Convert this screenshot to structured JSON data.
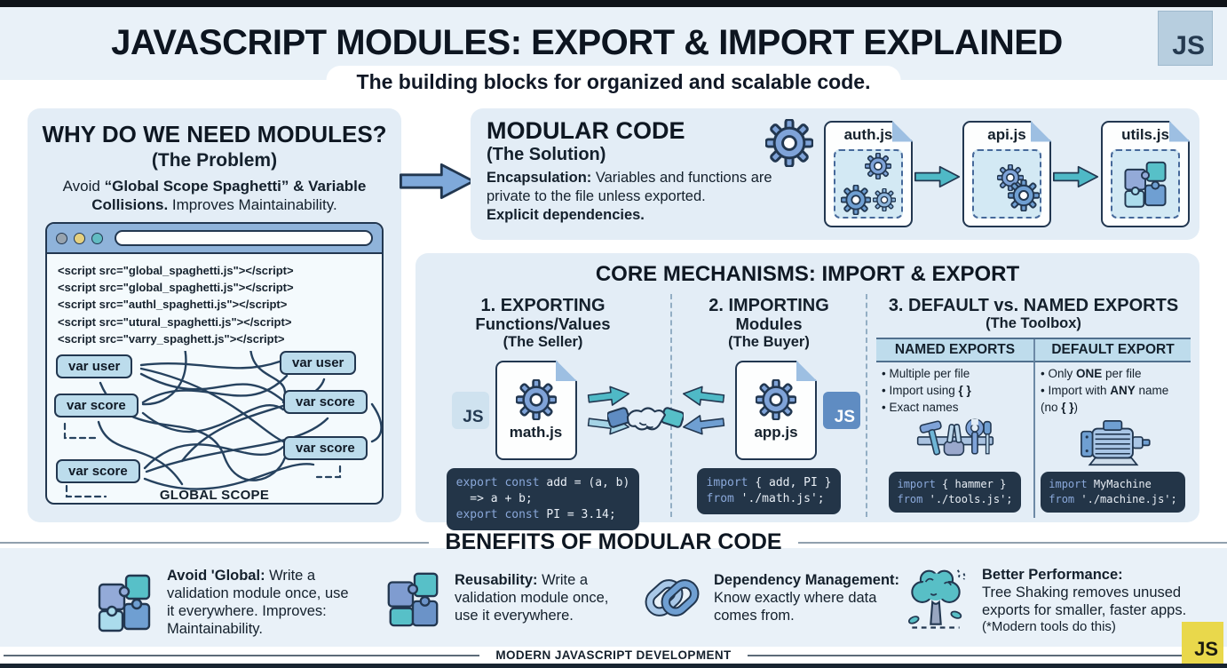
{
  "top": {
    "title": "JAVASCRIPT MODULES: EXPORT & IMPORT EXPLAINED",
    "subtitle": "The building blocks for organized and scalable code.",
    "js_badge": "JS"
  },
  "problem": {
    "title": "WHY DO WE NEED MODULES?",
    "tag": "(The Problem)",
    "desc_pre": "Avoid ",
    "desc_bold": "“Global Scope Spaghetti” & Variable Collisions.",
    "desc_post": " Improves Maintainability.",
    "script_lines": [
      "<script src=\"global_spaghetti.js\"></script>",
      "<script src=\"global_spaghetti.js\"></script>",
      "<script src=\"authl_spaghetti.js\"></script>",
      "<script src=\"utural_spaghetti.js\"></script>",
      "<script src=\"varry_spaghett.js\"></script>"
    ],
    "vars": [
      "var user",
      "var score",
      "var score",
      "var user",
      "var score",
      "var score"
    ],
    "scope_label": "GLOBAL SCOPE"
  },
  "solution": {
    "title": "MODULAR CODE",
    "tag": "(The Solution)",
    "p1_bold": "Encapsulation:",
    "p1": " Variables and functions are private to the file unless exported. ",
    "p2_bold": "Explicit dependencies.",
    "files": [
      "auth.js",
      "api.js",
      "utils.js"
    ]
  },
  "core": {
    "title": "CORE MECHANISMS: IMPORT & EXPORT",
    "col1": {
      "title": "1. EXPORTING",
      "sub": "Functions/Values",
      "tag": "(The Seller)",
      "badge": "JS",
      "file": "math.js",
      "code": [
        {
          "kw": "export const",
          "rest": " add = (a, b)"
        },
        {
          "kw": "",
          "rest": "  => a + b;"
        },
        {
          "kw": "export const",
          "rest": " PI = 3.14;"
        }
      ]
    },
    "col2": {
      "title": "2. IMPORTING",
      "sub": "Modules",
      "tag": "(The Buyer)",
      "badge": "JS",
      "file": "app.js",
      "code": [
        {
          "kw": "import",
          "rest": " { add, PI }"
        },
        {
          "kw": "from",
          "rest": " './math.js';"
        }
      ]
    },
    "col3": {
      "title": "3. DEFAULT vs. NAMED EXPORTS",
      "tag": "(The Toolbox)",
      "named_header": "NAMED EXPORTS",
      "default_header": "DEFAULT EXPORT",
      "named_bullets": [
        {
          "pre": "Multiple per file",
          "b1": "",
          "mid": "",
          "b2": "",
          "post": ""
        },
        {
          "pre": "Import using ",
          "b1": "{ }",
          "mid": "",
          "b2": "",
          "post": ""
        },
        {
          "pre": "Exact names",
          "b1": "",
          "mid": "",
          "b2": "",
          "post": ""
        }
      ],
      "default_bullets": [
        {
          "pre": "Only ",
          "b1": "ONE",
          "mid": " per file",
          "b2": "",
          "post": ""
        },
        {
          "pre": "Import with ",
          "b1": "ANY",
          "mid": " name (no ",
          "b2": "{ }",
          "post": ")"
        }
      ],
      "named_code": [
        {
          "kw": "import",
          "rest": " { hammer }"
        },
        {
          "kw": "from",
          "rest": " './tools.js';"
        }
      ],
      "default_code": [
        {
          "kw": "import",
          "rest": " MyMachine"
        },
        {
          "kw": "from",
          "rest": " './machine.js';"
        }
      ]
    }
  },
  "benefits": {
    "title": "BENEFITS OF MODULAR CODE",
    "items": [
      {
        "title": "Avoid 'Global:",
        "text": "Write a validation module once, use it everywhere. Improves: Maintainability."
      },
      {
        "title": "Reusability:",
        "text": "Write a validation module once, use it everywhere."
      },
      {
        "title": "Dependency Management:",
        "text": "Know exactly where data comes from."
      },
      {
        "title": "Better Performance:",
        "text": "Tree Shaking removes unused exports for smaller, faster apps.",
        "note": "(*Modern tools do this)"
      }
    ]
  },
  "footer": {
    "label": "MODERN JAVASCRIPT DEVELOPMENT",
    "js_badge": "JS"
  },
  "colors": {
    "accent_teal": "#4fb9c6",
    "accent_blue": "#6f9fd2",
    "panel_bg": "#e3edf6",
    "code_bg": "#233548",
    "code_keyword": "#8aa8da",
    "js_yellow": "#e9d84b",
    "outline_ink": "#223750"
  }
}
